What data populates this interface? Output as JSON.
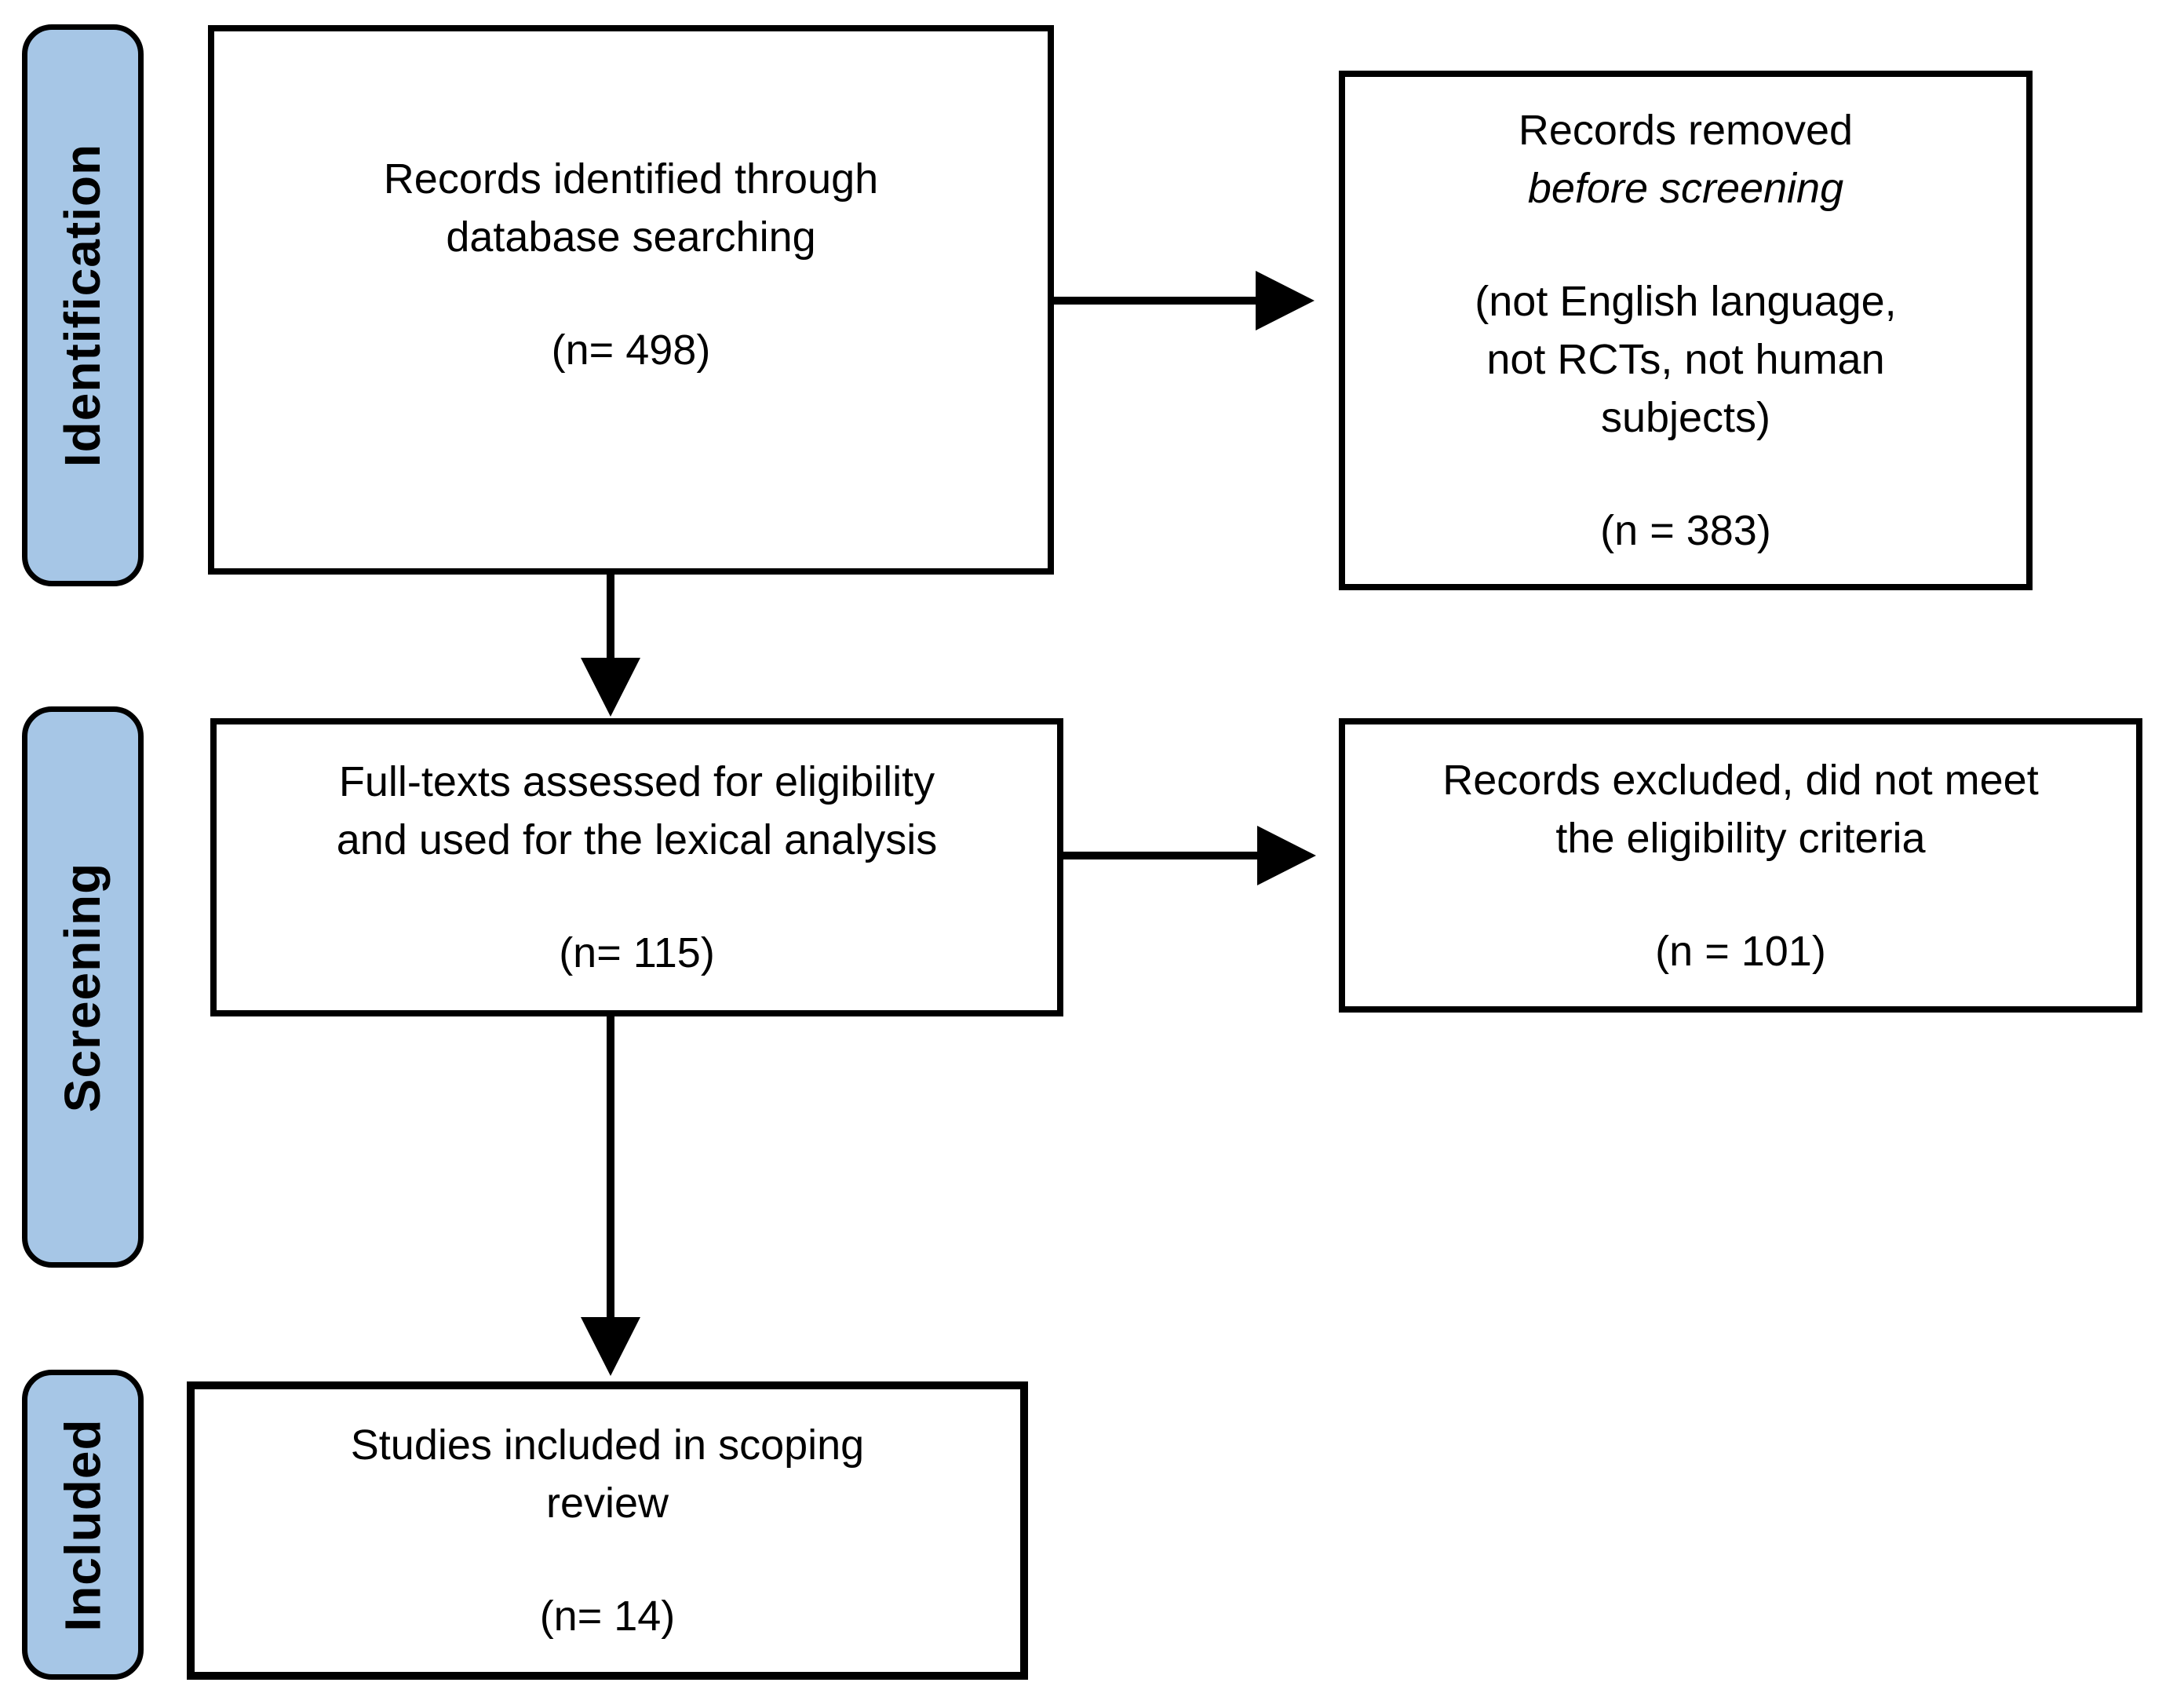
{
  "diagram": {
    "type": "prisma-flow",
    "stages": [
      {
        "id": "identification",
        "label": "Identification"
      },
      {
        "id": "screening",
        "label": "Screening"
      },
      {
        "id": "included",
        "label": "Included"
      }
    ],
    "boxes": {
      "identified": {
        "text": "Records identified through\ndatabase searching",
        "n": "(n= 498)"
      },
      "removed": {
        "title": "Records removed",
        "subtitle": "before screening",
        "body": "(not English language,\nnot RCTs, not human\nsubjects)",
        "n": "(n = 383)"
      },
      "fulltext": {
        "text": "Full-texts assessed for eligibility\nand used for the lexical analysis",
        "n": "(n= 115)"
      },
      "excluded": {
        "text": "Records excluded, did not meet\nthe eligibility criteria",
        "n": "(n = 101)"
      },
      "included": {
        "text": "Studies included in scoping\nreview",
        "n": "(n= 14)"
      }
    },
    "colors": {
      "stage_fill": "#a6c6e6",
      "line": "#000000",
      "background": "#ffffff"
    }
  }
}
